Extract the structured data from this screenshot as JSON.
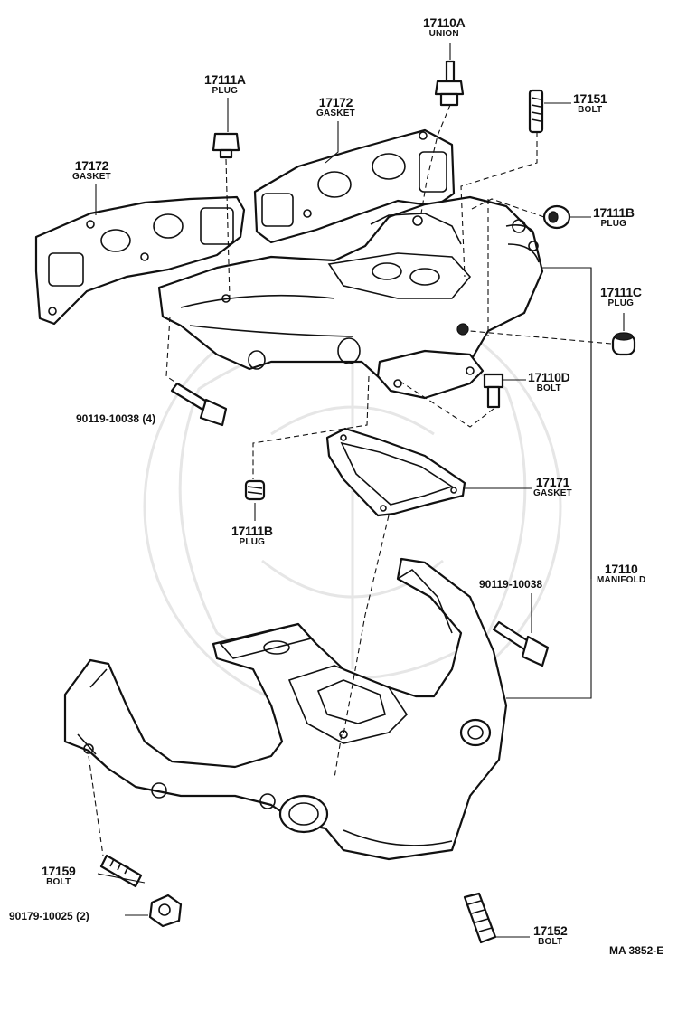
{
  "parts": {
    "union": {
      "number": "17110A",
      "name": "UNION"
    },
    "plug_a": {
      "number": "17111A",
      "name": "PLUG"
    },
    "gasket_center": {
      "number": "17172",
      "name": "GASKET"
    },
    "gasket_left": {
      "number": "17172",
      "name": "GASKET"
    },
    "bolt_17151": {
      "number": "17151",
      "name": "BOLT"
    },
    "plug_b_right": {
      "number": "17111B",
      "name": "PLUG"
    },
    "plug_c": {
      "number": "17111C",
      "name": "PLUG"
    },
    "bolt_17110d": {
      "number": "17110D",
      "name": "BOLT"
    },
    "bolt_90119_a": {
      "number": "90119-10038 (4)"
    },
    "gasket_17171": {
      "number": "17171",
      "name": "GASKET"
    },
    "plug_b_center": {
      "number": "17111B",
      "name": "PLUG"
    },
    "manifold": {
      "number": "17110",
      "name": "MANIFOLD"
    },
    "bolt_90119_b": {
      "number": "90119-10038"
    },
    "bolt_17159": {
      "number": "17159",
      "name": "BOLT"
    },
    "nut_90179": {
      "number": "90179-10025 (2)"
    },
    "bolt_17152": {
      "number": "17152",
      "name": "BOLT"
    }
  },
  "diagram_code": "MA 3852-E"
}
